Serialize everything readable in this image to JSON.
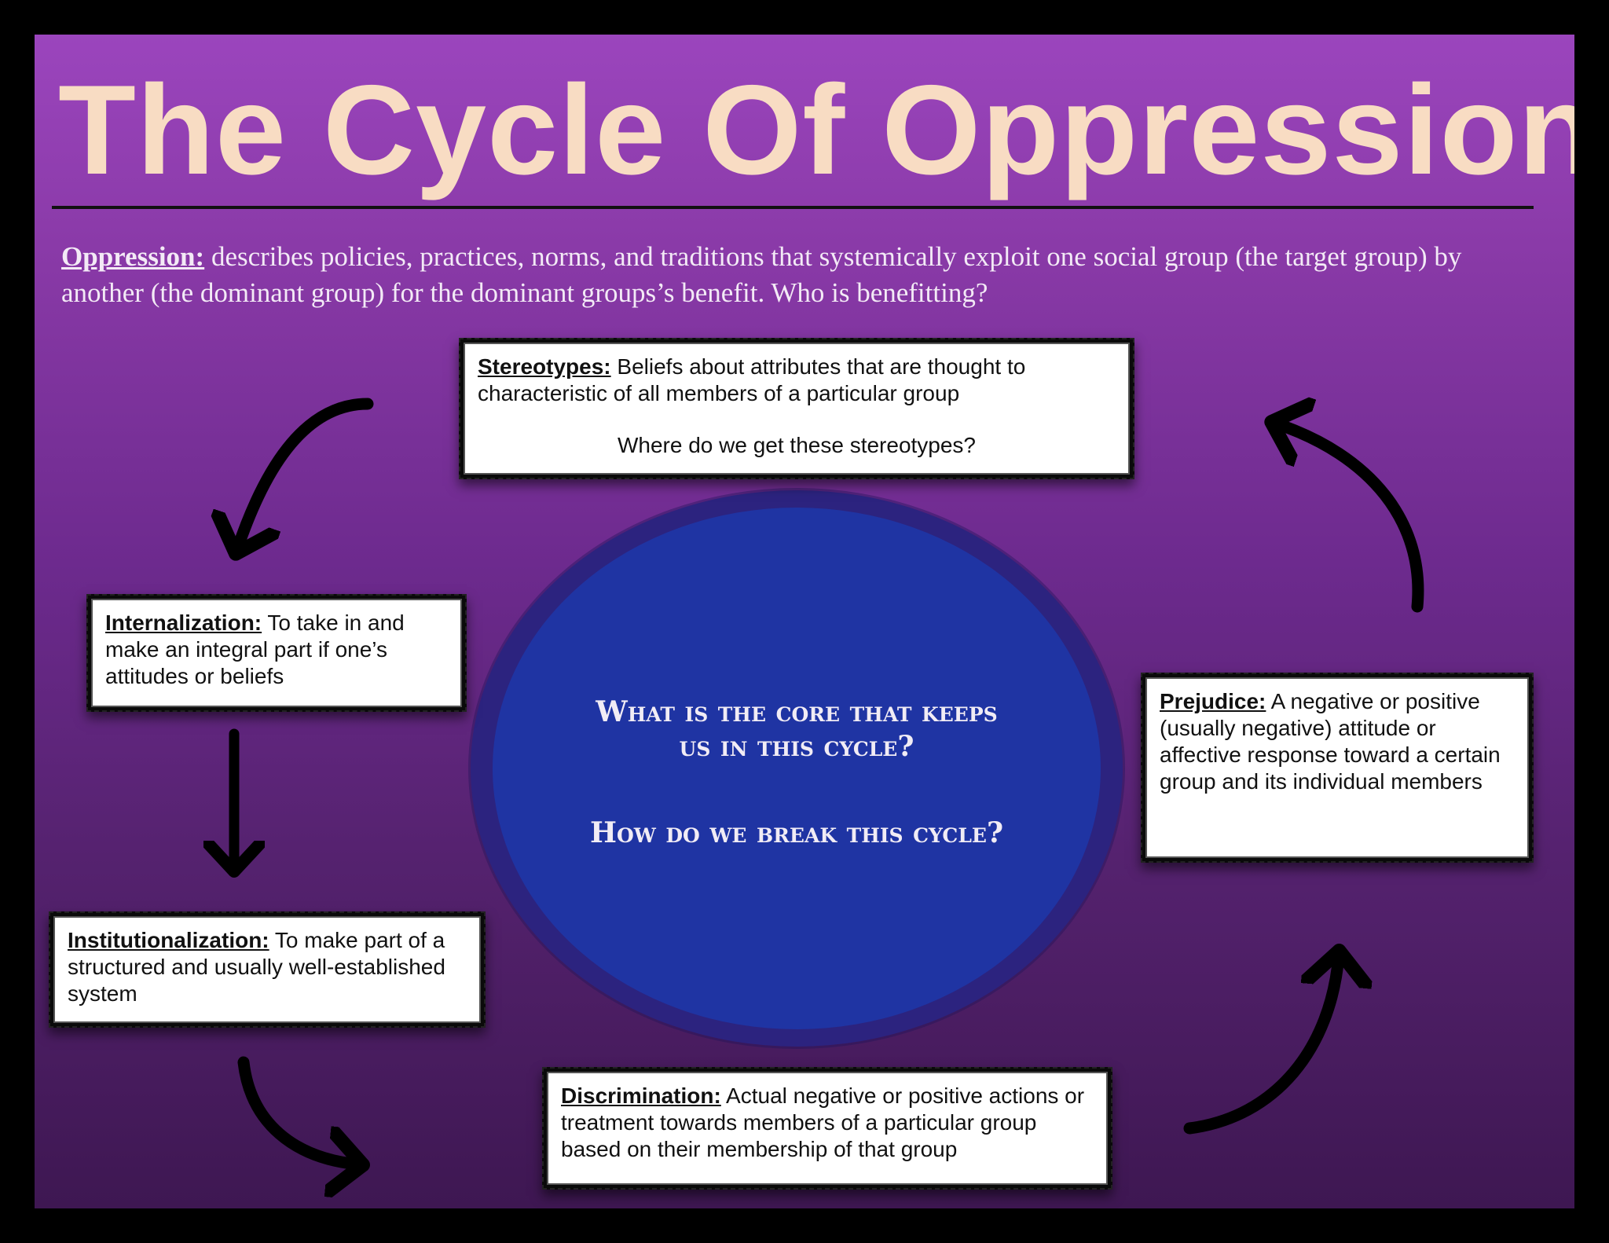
{
  "title": "The Cycle Of Oppression",
  "definition": {
    "term": "Oppression:",
    "text": " describes policies, practices, norms, and traditions that systemically exploit one social group (the target group) by another (the dominant group) for the dominant groups’s benefit. Who is benefitting?"
  },
  "stages": {
    "stereotypes": {
      "term": "Stereotypes:",
      "text": " Beliefs about attributes that are thought to characteristic of all members of a particular group",
      "question": "Where do we get these stereotypes?"
    },
    "prejudice": {
      "term": "Prejudice:",
      "text": " A negative or positive (usually negative) attitude or affective response toward a certain group and its individual members"
    },
    "discrimination": {
      "term": "Discrimination:",
      "text": " Actual negative or positive actions or treatment towards members of a particular group based on their membership of that group"
    },
    "institutionalization": {
      "term": "Institutionalization:",
      "text": " To make part of a structured and usually well-established system"
    },
    "internalization": {
      "term": "Internalization:",
      "text": " To take in and make an integral part if one’s attitudes or beliefs"
    }
  },
  "core": {
    "question_1_line_1": "What is the core that keeps",
    "question_1_line_2": "us in this cycle?",
    "question_2": "How do we break this cycle?"
  },
  "colors": {
    "title": "#f8dcc3",
    "background_top": "#9b45bd",
    "background_bottom": "#3e1752",
    "core_outer": "#2c237f",
    "core_inner": "#1f34a3",
    "arrow": "#000000"
  },
  "icons": {
    "arrow": "curved-arrow-icon"
  }
}
